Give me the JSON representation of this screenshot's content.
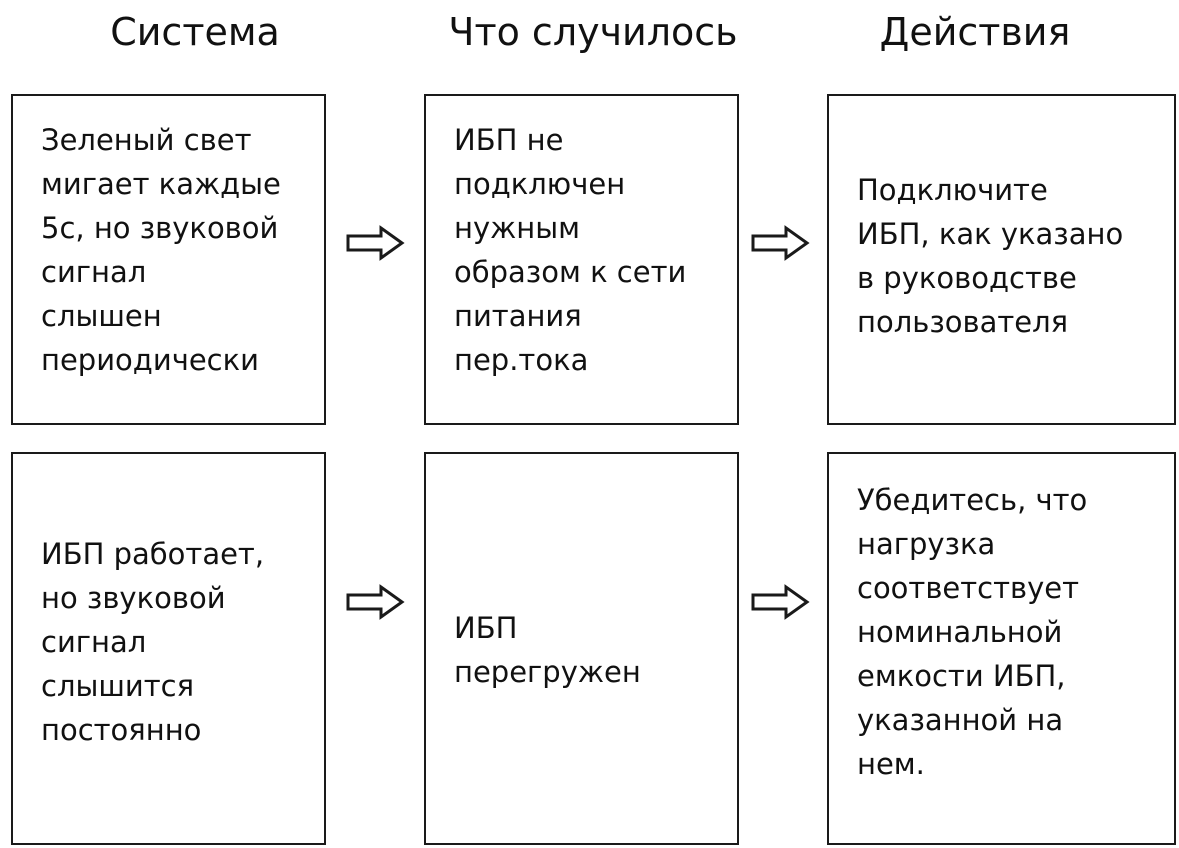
{
  "headers": {
    "system": "Система",
    "what_happened": "Что случилось",
    "actions": "Действия"
  },
  "rows": [
    {
      "system": "Зеленый свет\nмигает каждые\n5с, но звуковой\nсигнал\nслышен\nпериодически",
      "what_happened": "ИБП не\nподключен\nнужным\nобразом к сети\nпитания\nпер.тока",
      "action": "Подключите\nИБП, как указано\nв руководстве\nпользователя"
    },
    {
      "system": "ИБП работает,\nно звуковой\nсигнал\nслышится\nпостоянно",
      "what_happened": "ИБП\nперегружен",
      "action": "Убедитесь, что\nнагрузка\nсоответствует\nноминальной\nемкости ИБП,\nуказанной на\nнем."
    }
  ],
  "arrow_icon": "right-outline-arrow",
  "colors": {
    "border": "#1a1a1a",
    "text": "#111111",
    "background": "#ffffff"
  }
}
